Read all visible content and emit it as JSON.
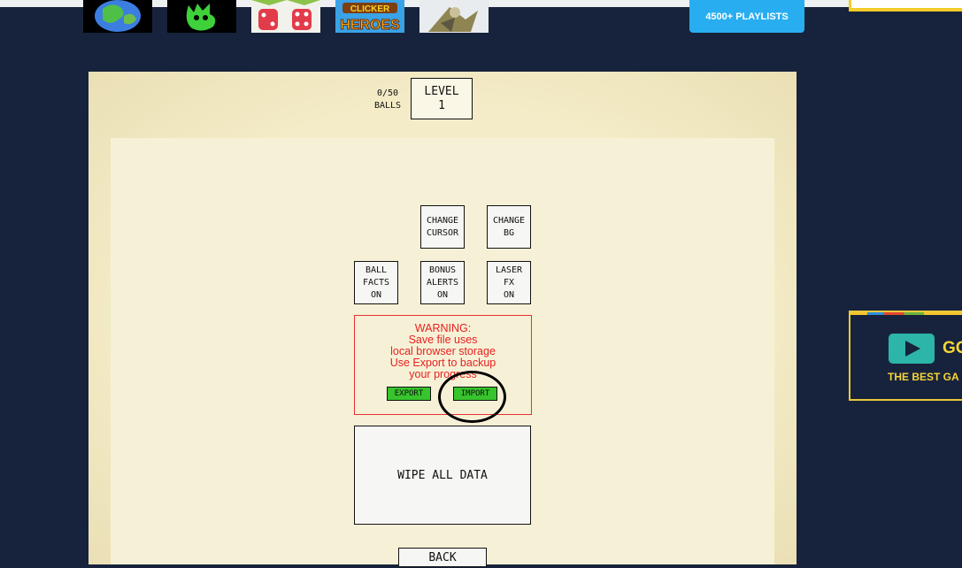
{
  "top_bar": {
    "thumbnails": [
      "earth-game-thumb",
      "green-creature-game-thumb",
      "dice-game-thumb",
      "clicker-heroes-thumb",
      "bird-game-thumb"
    ],
    "thumb_logo_text": "CLICKER HEROES",
    "playlists_label": "4500+ PLAYLISTS"
  },
  "ad": {
    "go_text": "GO",
    "tagline": "THE BEST GA"
  },
  "game": {
    "balls": "0/50",
    "balls_label": "BALLS",
    "level_label": "LEVEL",
    "level_value": "1",
    "buttons": {
      "change_cursor": [
        "CHANGE",
        "CURSOR"
      ],
      "change_bg": [
        "CHANGE",
        "BG"
      ],
      "ball_facts": [
        "BALL",
        "FACTS",
        "ON"
      ],
      "bonus_alerts": [
        "BONUS",
        "ALERTS",
        "ON"
      ],
      "laser_fx": [
        "LASER",
        "FX",
        "ON"
      ]
    },
    "warning": {
      "title": "WARNING:",
      "lines": [
        "Save file uses",
        "local browser storage",
        "Use Export to backup",
        "your progress"
      ]
    },
    "export_label": "EXPORT",
    "import_label": "IMPORT",
    "wipe_label": "WIPE ALL DATA",
    "back_label": "BACK",
    "colors": {
      "warning_red": "#e82020",
      "save_button_green": "#37c42c",
      "panel_cream": "#f6f1d6"
    }
  }
}
